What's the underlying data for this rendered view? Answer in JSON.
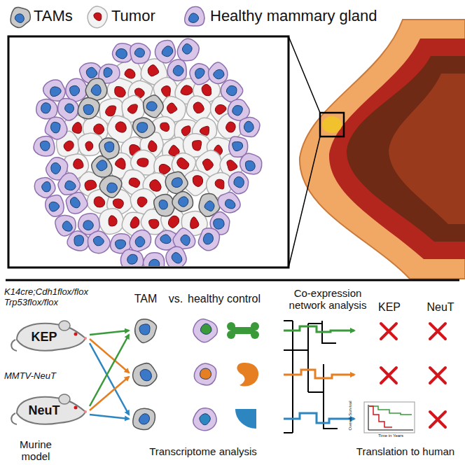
{
  "diagram": {
    "nodes": [
      {
        "text": [
          "KEP"
        ]
      },
      {
        "text": [
          "NeuT"
        ]
      }
    ],
    "labels": [
      "K14cre;Cdh1flox/flox Trp53flox/flox",
      "MMTV-NeuT",
      "TAM",
      "vs.",
      "healthy control",
      "Co-expression network analysis",
      "KEP",
      "NeuT",
      "Overall Survival",
      "Time in Years",
      "Murine model",
      "Transcriptome analysis",
      "Translation to human"
    ],
    "legend": [
      {
        "text": "TAMs"
      },
      {
        "text": "Tumor"
      },
      {
        "text": "Healthy mammary gland"
      }
    ]
  }
}
